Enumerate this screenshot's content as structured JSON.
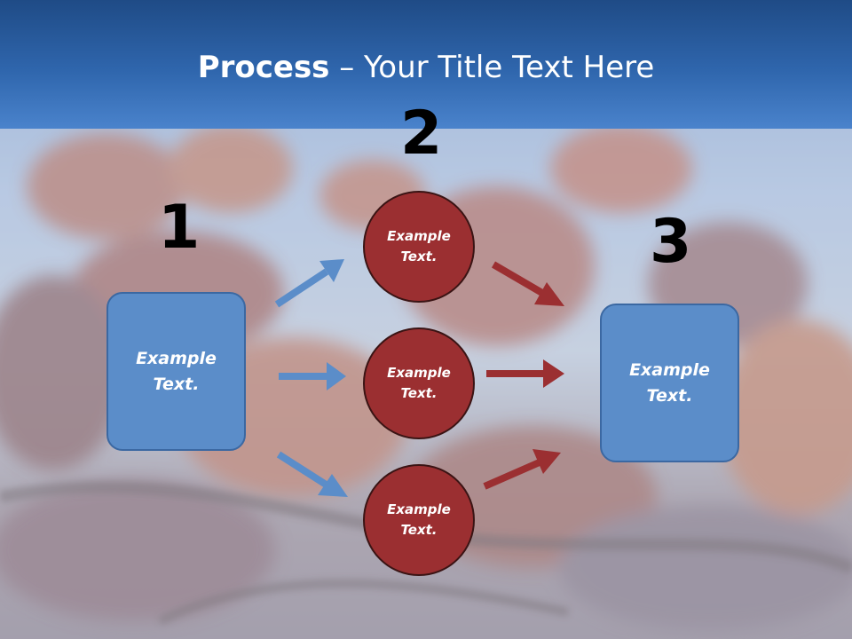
{
  "slide": {
    "title_bold": "Process",
    "title_rest": " – Your Title Text Here",
    "steps": [
      "1",
      "2",
      "3"
    ],
    "left_box": "Example\nText.",
    "circles": [
      "Example\nText.",
      "Example\nText.",
      "Example\nText."
    ],
    "right_box": "Example\nText."
  },
  "colors": {
    "header": "#2f66ad",
    "box": "#5b8dc9",
    "circle": "#9b2f31",
    "blue_arrow": "#5b8dc9",
    "red_arrow": "#9b2f31"
  }
}
